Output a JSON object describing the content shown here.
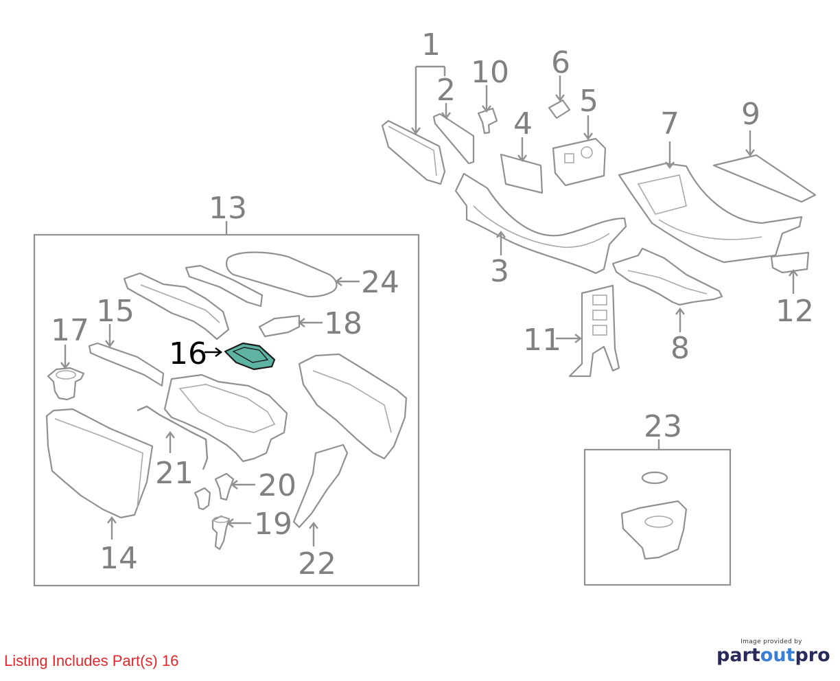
{
  "labels": {
    "p1": "1",
    "p2": "2",
    "p3": "3",
    "p4": "4",
    "p5": "5",
    "p6": "6",
    "p7": "7",
    "p8": "8",
    "p9": "9",
    "p10": "10",
    "p11": "11",
    "p12": "12",
    "p13": "13",
    "p14": "14",
    "p15": "15",
    "p16": "16",
    "p17": "17",
    "p18": "18",
    "p19": "19",
    "p20": "20",
    "p21": "21",
    "p22": "22",
    "p23": "23",
    "p24": "24"
  },
  "highlighted_part": "16",
  "colors": {
    "highlight": "#5fb3a3",
    "label": "#808080",
    "listing": "#e0262b"
  },
  "listing": "Listing Includes Part(s) 16",
  "credit": {
    "small": "Image provided by",
    "brand_part1": "part",
    "brand_accent": "out",
    "brand_part2": "pro"
  }
}
